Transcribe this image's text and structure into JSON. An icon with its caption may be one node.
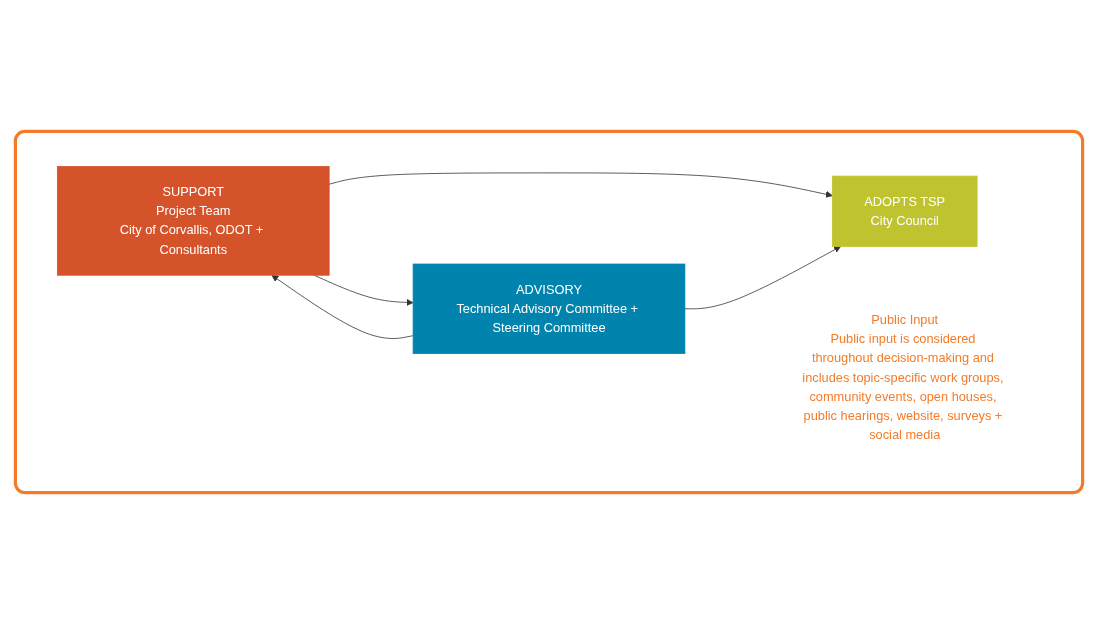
{
  "diagram": {
    "nodes": [
      {
        "text": [],
        "shape": "box"
      },
      {
        "text": [
          "SUPPORT",
          "Project Team",
          "City of Corvallis, ODOT + Consultants"
        ],
        "in": 0
      },
      {
        "text": [
          "ADOPTS TSP",
          "City Council"
        ],
        "in": 0
      },
      {
        "text": [
          "ADVISORY",
          "Technical Advisory Committee + Steering Committee"
        ],
        "in": 0
      },
      {
        "text": [
          "Public Input",
          "Public input is considered throughout decision-making and includes topic-specific work groups, community events, open houses, public hearings, website, surveys + social media"
        ],
        "in": 0
      }
    ],
    "edges": [
      {
        "from": 1,
        "to": 2,
        "arrow": "to"
      },
      {
        "from": 1,
        "to": 3,
        "arrow": "to"
      },
      {
        "from": 3,
        "to": 1,
        "arrow": "to"
      },
      {
        "from": 3,
        "to": 2,
        "arrow": "to"
      }
    ]
  }
}
